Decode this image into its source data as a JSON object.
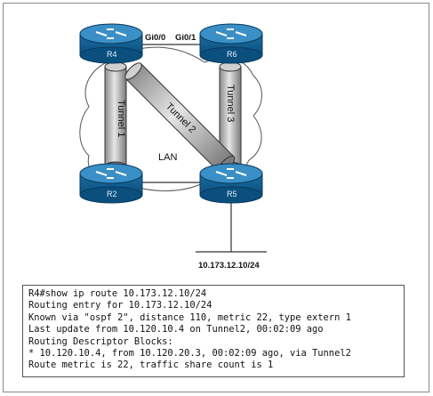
{
  "routers": [
    {
      "id": "R4",
      "label": "R4"
    },
    {
      "id": "R6",
      "label": "R6"
    },
    {
      "id": "R2",
      "label": "R2"
    },
    {
      "id": "R5",
      "label": "R5"
    }
  ],
  "interfaces": {
    "r4_gi": "Gi0/0",
    "r6_gi": "Gi0/1"
  },
  "tunnels": {
    "t1": "Tunnel 1",
    "t2": "Tunnel 2",
    "t3": "Tunnel 3"
  },
  "lan_label": "LAN",
  "network_label": "10.173.12.10/24",
  "console": {
    "lines": [
      "R4#show ip route 10.173.12.10/24",
      "Routing entry for 10.173.12.10/24",
      "Known via \"ospf 2\", distance 110, metric 22, type extern 1",
      "Last update from 10.120.10.4 on Tunnel2, 00:02:09 ago",
      "Routing Descriptor Blocks:",
      "* 10.120.10.4, from 10.120.20.3, 00:02:09 ago, via Tunnel2",
      "Route metric is 22, traffic share count is 1"
    ]
  },
  "colors": {
    "router_top": "#2a7fb5",
    "router_side": "#0f5a8c",
    "tunnel": "#c8c8c8"
  }
}
